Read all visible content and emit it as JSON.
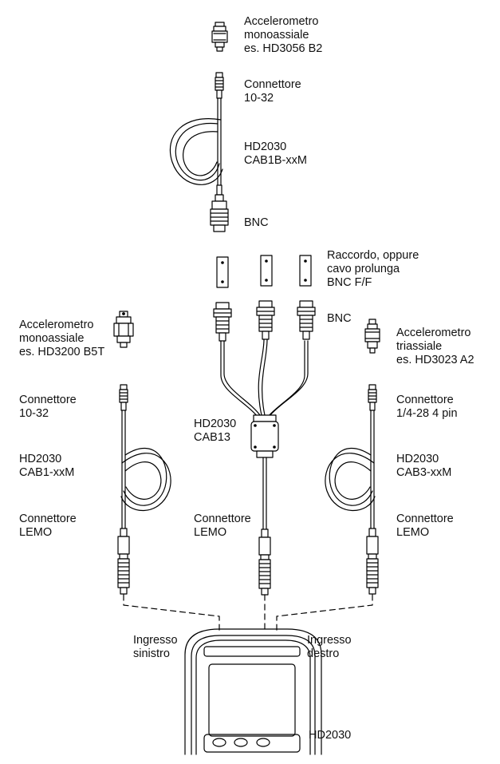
{
  "colors": {
    "line": "#000000",
    "background": "#ffffff"
  },
  "labels": {
    "accel_top": [
      "Accelerometro",
      "monoassiale",
      "es. HD3056 B2"
    ],
    "conn_top": [
      "Connettore",
      "10-32"
    ],
    "cable_top": [
      "HD2030",
      "CAB1B-xxM"
    ],
    "bnc_top": [
      "BNC"
    ],
    "adapter": [
      "Raccordo, oppure",
      "cavo prolunga",
      "BNC F/F"
    ],
    "bnc_mid": [
      "BNC"
    ],
    "accel_left": [
      "Accelerometro",
      "monoassiale",
      "es. HD3200 B5T"
    ],
    "accel_right": [
      "Accelerometro",
      "triassiale",
      "es. HD3023 A2"
    ],
    "conn_left": [
      "Connettore",
      "10-32"
    ],
    "conn_right": [
      "Connettore",
      "1/4-28 4 pin"
    ],
    "cab13": [
      "HD2030",
      "CAB13"
    ],
    "cable_left": [
      "HD2030",
      "CAB1-xxM"
    ],
    "cable_right": [
      "HD2030",
      "CAB3-xxM"
    ],
    "lemo_left": [
      "Connettore",
      "LEMO"
    ],
    "lemo_mid": [
      "Connettore",
      "LEMO"
    ],
    "lemo_right": [
      "Connettore",
      "LEMO"
    ],
    "input_left": [
      "Ingresso",
      "sinistro"
    ],
    "input_right": [
      "Ingresso",
      "destro"
    ],
    "instrument": [
      "HD2030"
    ]
  }
}
